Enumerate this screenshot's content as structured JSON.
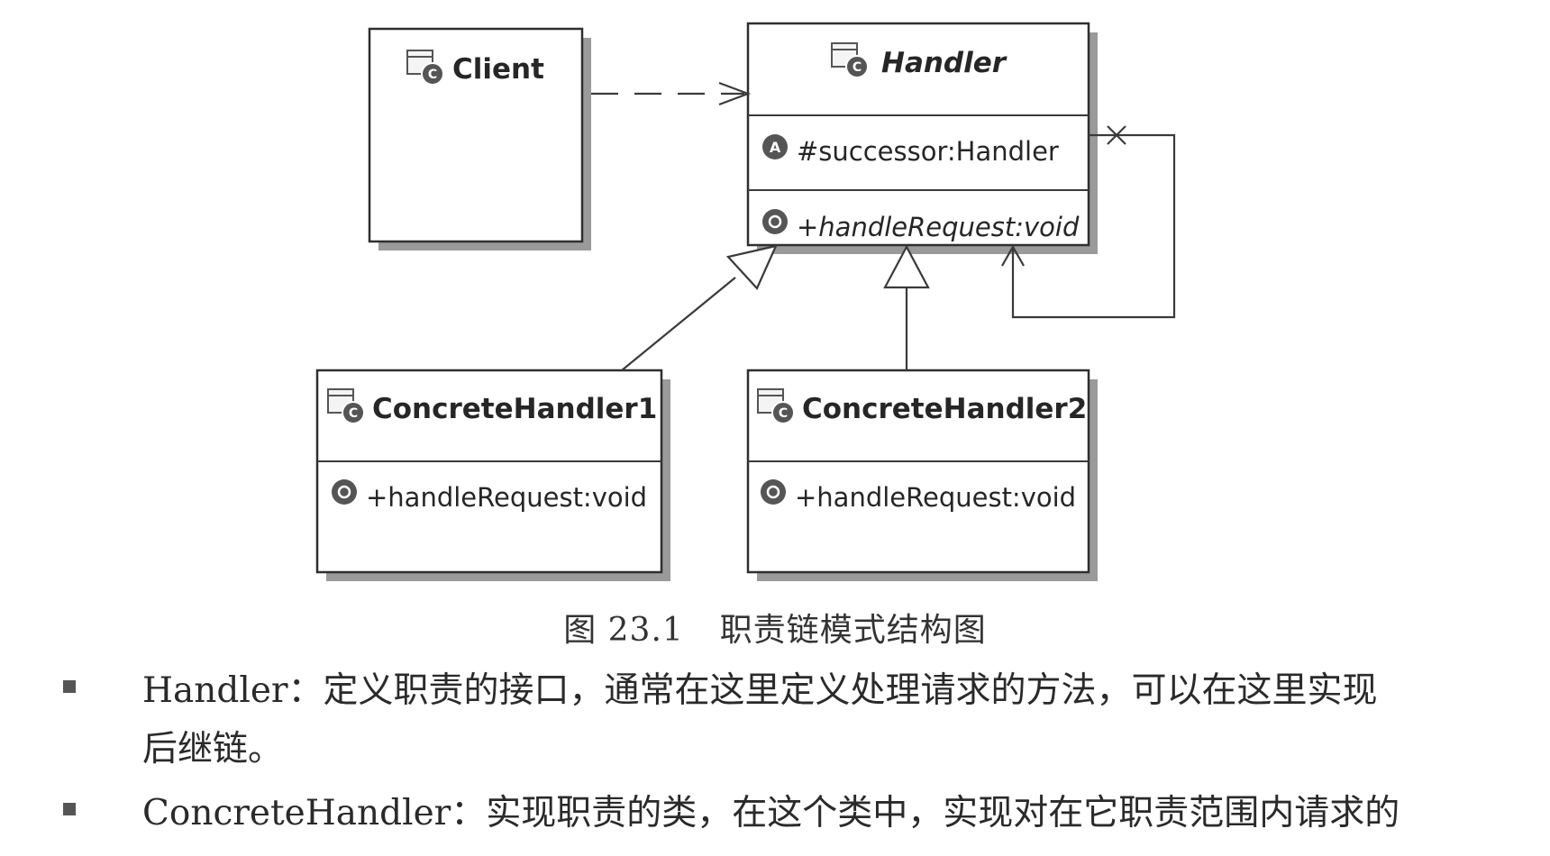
{
  "diagram": {
    "client": {
      "name": "Client"
    },
    "handler": {
      "name": "Handler",
      "attribute": "#successor:Handler",
      "operation": "+handleRequest:void",
      "attribute_badge": "A",
      "operation_badge": "O"
    },
    "concrete1": {
      "name": "ConcreteHandler1",
      "operation": "+handleRequest:void",
      "operation_badge": "O"
    },
    "concrete2": {
      "name": "ConcreteHandler2",
      "operation": "+handleRequest:void",
      "operation_badge": "O"
    },
    "class_badge": "C"
  },
  "caption": {
    "number": "图 23.1",
    "title": "职责链模式结构图"
  },
  "descriptions": [
    {
      "line1": "Handler：定义职责的接口，通常在这里定义处理请求的方法，可以在这里实现",
      "line2": "后继链。"
    },
    {
      "line1": "ConcreteHandler：实现职责的类，在这个类中，实现对在它职责范围内请求的"
    }
  ],
  "colors": {
    "border": "#2f2f2f",
    "shadow": "#9a9a9a",
    "badge": "#555555"
  }
}
